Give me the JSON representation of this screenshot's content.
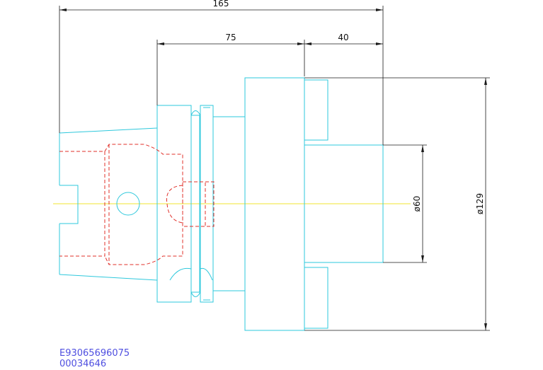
{
  "dimensions": {
    "overall_length": "165",
    "flange_length": "75",
    "holder_length": "40",
    "nose_diameter": "ø60",
    "body_diameter": "ø129"
  },
  "part_codes": {
    "line1": "E93065696075",
    "line2": "00034646"
  },
  "colors": {
    "outline": "#2ec8dc",
    "hidden": "#e0302a",
    "centerline": "#f2e630",
    "dimension": "#1a1a1a",
    "code_text": "#4f4fe0"
  }
}
